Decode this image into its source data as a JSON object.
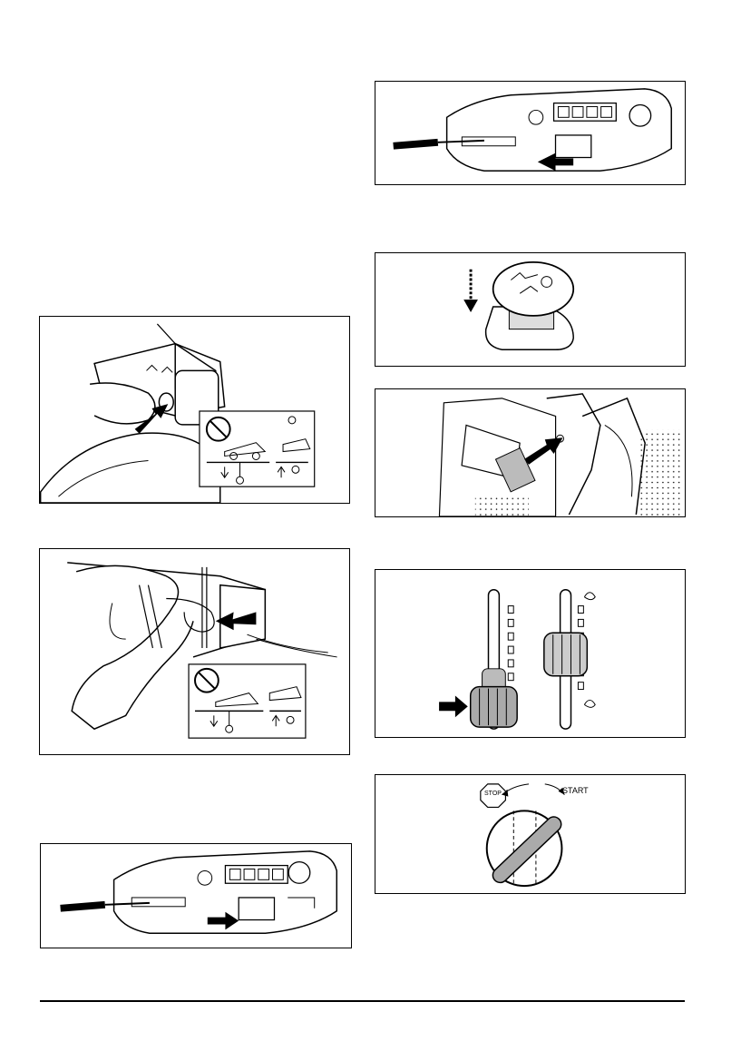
{
  "page": {
    "background": "#ffffff",
    "ink": "#000000"
  },
  "figures": [
    {
      "id": "fig-lift-lever-hand",
      "icon": "hand-lever-icon"
    },
    {
      "id": "fig-lift-handle-pull",
      "icon": "hand-handle-icon"
    },
    {
      "id": "fig-dashboard-lever-back",
      "icon": "dashboard-icon"
    },
    {
      "id": "fig-dashboard-lever-forward",
      "icon": "dashboard-icon"
    },
    {
      "id": "fig-pto-knob",
      "icon": "pto-knob-icon"
    },
    {
      "id": "fig-pedal-lever",
      "icon": "lever-icon"
    },
    {
      "id": "fig-throttle-choke",
      "icon": "throttle-icon"
    },
    {
      "id": "fig-ignition",
      "icon": "ignition-switch-icon"
    }
  ],
  "ignition": {
    "stop_label": "STOP",
    "start_label": "START"
  }
}
